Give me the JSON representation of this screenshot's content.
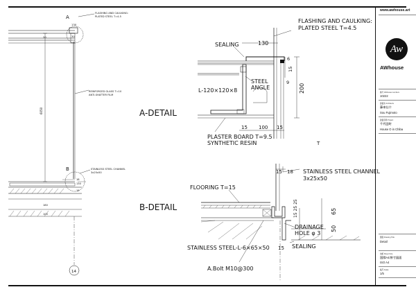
{
  "sidebar": {
    "url": "www.awhouse.art",
    "logo_mark": "Aw",
    "brand": "AWhouse",
    "fields": [
      {
        "label": "番号  AWhouse numbers",
        "value": "10222"
      },
      {
        "label": "建築家  Architects",
        "value": "藤本壮介"
      },
      {
        "label": "",
        "value": "Sou Fujimoto"
      },
      {
        "label": "建築名称  Project",
        "value": "千代田町"
      },
      {
        "label": "",
        "value": "House O in Chiba"
      }
    ],
    "lower": [
      {
        "label": "図面  Drawing Title",
        "value": "Detail"
      },
      {
        "label": "用紙  Sheet Size",
        "value": "国際A4/原寸図面"
      },
      {
        "label": "",
        "value": "ISO A4"
      },
      {
        "label": "縮尺  Scale",
        "value": "1/5"
      }
    ]
  },
  "titles": {
    "a_detail": "A-DETAIL",
    "b_detail": "B-DETAIL"
  },
  "left_plan": {
    "mark_a": "A",
    "mark_b": "B",
    "label_flashing": "FLASHING AND CAULKING:",
    "label_flashing_2": "PLATED STEEL T=4.5",
    "label_glass": "REINFORCED GLASS T=10",
    "label_glass_2": "ANTI-SHATTER FILM",
    "label_channel": "STAINLESS STEEL CHANNEL",
    "label_channel_2": "3x25x50",
    "dim_height": "6050",
    "dim_130": "130",
    "dim_30": "30",
    "dim_20": "20",
    "dim_130b": "130",
    "dim_180": "180",
    "dim_100": "100",
    "dim_18": "18",
    "dim_15": "15",
    "grid_ref": "14"
  },
  "a_detail": {
    "flashing_1": "FLASHING AND CAULKING:",
    "flashing_2": "PLATED STEEL T=4.5",
    "sealing": "SEALING",
    "dim_130": "130",
    "dim_6": "6",
    "dim_15": "15",
    "dim_9": "9",
    "dim_200": "200",
    "steel_angle_1": "STEEL",
    "steel_angle_2": "ANGLE",
    "angle_size": "L-120×120×8",
    "dim_15b": "15",
    "dim_100": "100",
    "dim_15c": "15",
    "plaster_1": "PLASTER BOARD T=9.5",
    "plaster_2": "SYNTHETIC RESIN",
    "t_mark": "T"
  },
  "b_detail": {
    "dim_15": "15",
    "dim_18": "18",
    "channel_1": "STAINLESS STEEL CHANNEL",
    "channel_2": "3x25x50",
    "flooring": "FLOORING T=15",
    "dim_15_25": "15 25 25",
    "dim_65": "65",
    "dim_50": "50",
    "drain_1": "DRAINAGE",
    "drain_2": "HOLE φ 3",
    "angle": "STAINLESS STEEL-L-6×65×50",
    "sealing": "SEALING",
    "dim_15b": "15",
    "bolt": "A.Bolt M10@300"
  }
}
